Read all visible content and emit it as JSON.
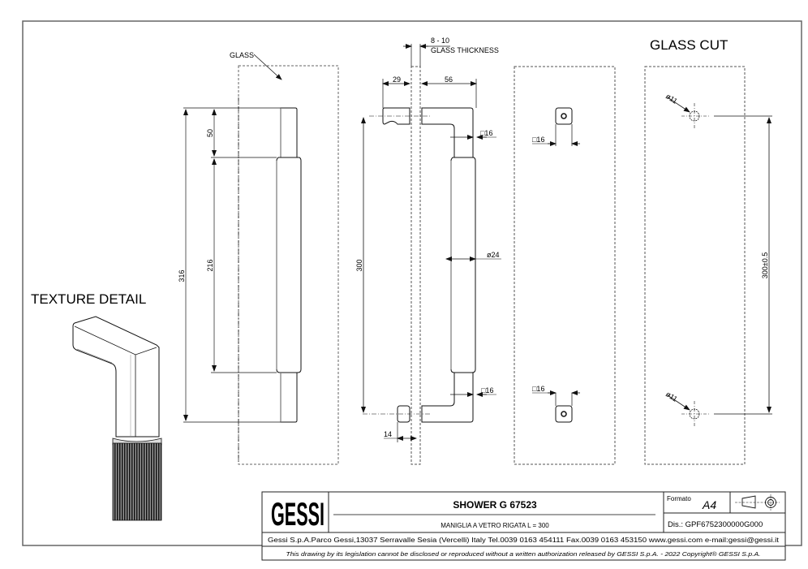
{
  "drawing": {
    "labels": {
      "glass": "GLASS",
      "glass_thickness_value": "8 - 10",
      "glass_thickness_label": "GLASS THICKNESS",
      "glass_cut": "GLASS CUT",
      "texture_detail": "TEXTURE DETAIL"
    },
    "dimensions": {
      "overall_length": "316",
      "grip_length": "216",
      "end_length": "50",
      "center_distance": "300",
      "inner_depth": "29",
      "outer_depth": "56",
      "square_top": "□16",
      "square_bottom": "□16",
      "grip_diameter": "ø24",
      "foot_width": "14",
      "base_square_top": "□16",
      "base_square_bottom": "□16",
      "hole_diameter_top": "ø11",
      "hole_diameter_bottom": "ø11",
      "hole_spacing": "300±0.5"
    }
  },
  "title_block": {
    "logo": "GESSI",
    "product_name": "SHOWER G 67523",
    "description": "MANIGLIA A VETRO RIGATA L = 300",
    "format_label": "Formato",
    "format_value": "A4",
    "drawing_number": "Dis.: GPF6752300000G000",
    "company_info": "Gessi S.p.A.Parco Gessi,13037 Serravalle Sesia (Vercelli) Italy Tel.0039 0163 454111 Fax.0039 0163 453150 www.gessi.com e-mail:gessi@gessi.it",
    "legal_notice": "This drawing by its legislation cannot be disclosed or reproduced without a written authorization released by GESSI S.p.A. - 2022 Copyright® GESSI S.p.A.",
    "projection_symbol": "first-angle-projection-icon"
  }
}
